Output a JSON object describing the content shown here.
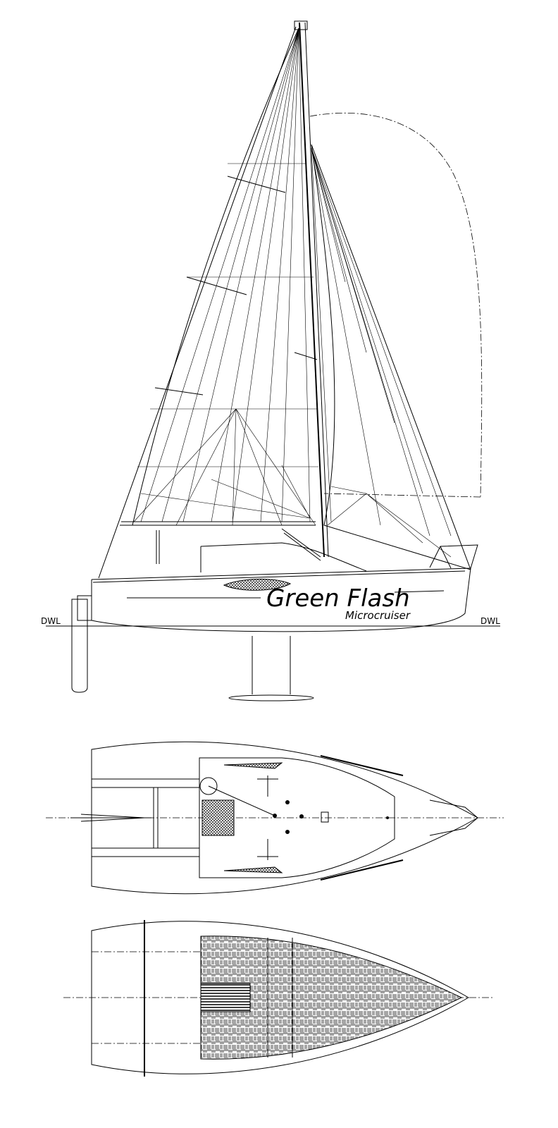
{
  "drawing": {
    "boat_name": "Green Flash",
    "boat_subtitle": "Microcruiser",
    "waterline_label_left": "DWL",
    "waterline_label_right": "DWL",
    "colors": {
      "line": "#000000",
      "background": "#ffffff"
    }
  }
}
